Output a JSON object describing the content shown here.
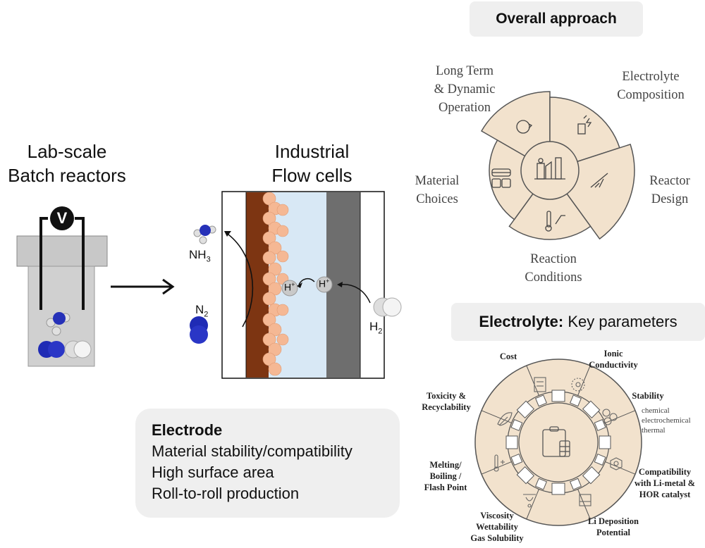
{
  "lab": {
    "title_line1": "Lab-scale",
    "title_line2": "Batch reactors",
    "voltmeter_label": "V"
  },
  "industrial": {
    "title_line1": "Industrial",
    "title_line2": "Flow cells",
    "nh3": "NH",
    "nh3_sub": "3",
    "n2": "N",
    "n2_sub": "2",
    "h2": "H",
    "h2_sub": "2",
    "hplus": "H",
    "hplus_sup": "+"
  },
  "electrode": {
    "heading": "Electrode",
    "items": [
      "Material stability/compatibility",
      "High surface area",
      "Roll-to-roll production"
    ]
  },
  "overall": {
    "title": "Overall approach",
    "labels": {
      "long_term": [
        "Long Term",
        "& Dynamic",
        "Operation"
      ],
      "electrolyte": [
        "Electrolyte",
        "Composition"
      ],
      "reactor": [
        "Reactor",
        "Design"
      ],
      "material": [
        "Material",
        "Choices"
      ],
      "reaction": [
        "Reaction",
        "Conditions"
      ]
    }
  },
  "electrolyte_params": {
    "title_bold": "Electrolyte:",
    "title_rest": " Key parameters",
    "cost": "Cost",
    "ionic": [
      "Ionic",
      "Conductivity"
    ],
    "toxicity": [
      "Toxicity &",
      "Recyclability"
    ],
    "stability": "Stability",
    "stability_sub": [
      "chemical",
      "electrochemical",
      "thermal"
    ],
    "melting": [
      "Melting/",
      "Boiling /",
      "Flash Point"
    ],
    "compatibility": [
      "Compatibility",
      "with Li-metal &",
      "HOR catalyst"
    ],
    "viscosity": [
      "Viscosity",
      "Wettability",
      "Gas Solubility"
    ],
    "li_deposition": [
      "Li Deposition",
      "Potential"
    ]
  },
  "colors": {
    "wheel_fill": "#f2e2cd",
    "wheel_stroke": "#555555",
    "electrode_brown": "#7d3512",
    "particle": "#f5b894",
    "membrane": "#d8e8f5",
    "gas_electrode": "#6e6e6e",
    "nitrogen": "#1f2bb5",
    "panel_gray": "#efefef"
  }
}
